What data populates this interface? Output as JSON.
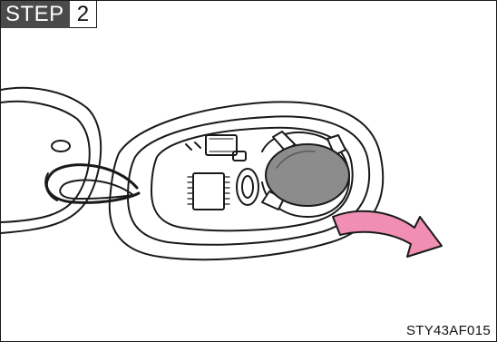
{
  "step": {
    "word": "STEP",
    "number": "2"
  },
  "figure": {
    "code": "STY43AF015"
  },
  "colors": {
    "outline": "#1a1a1a",
    "battery": "#8c8c8c",
    "arrow_fill": "#f08fb3",
    "step_bg": "#4a4a4a"
  },
  "icons": {
    "arrow": "curved-arrow-icon"
  }
}
